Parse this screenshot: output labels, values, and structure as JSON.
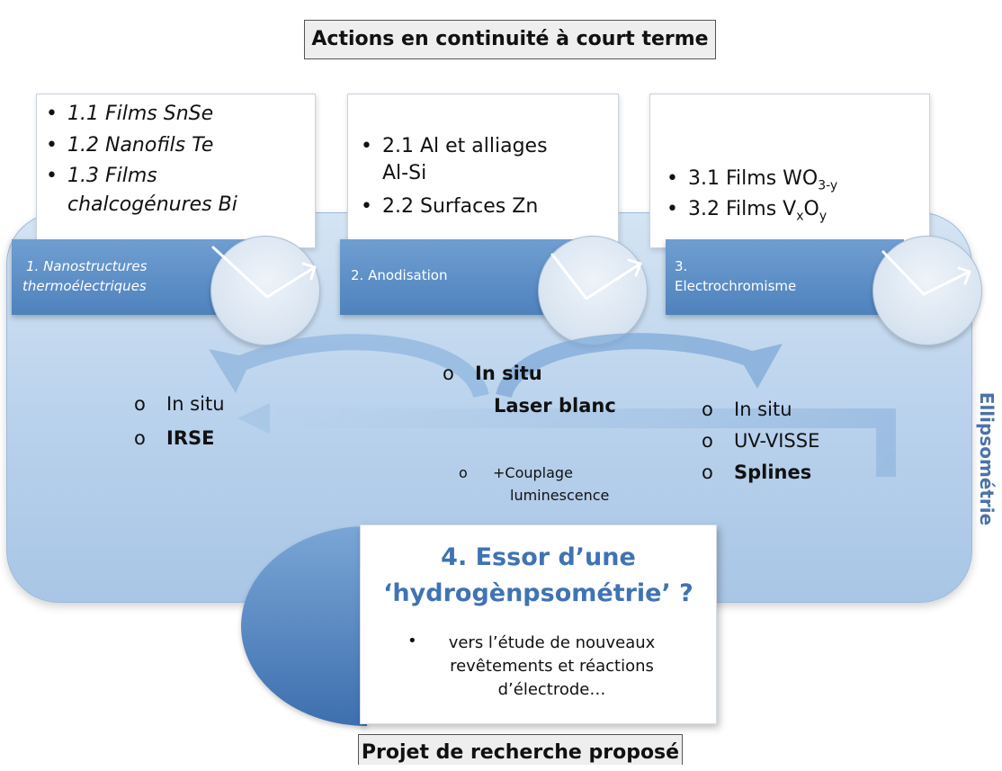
{
  "top_title": "Actions en continuité à court terme",
  "bottom_title": "Projet de recherche proposé",
  "side_label": "Ellipsométrie",
  "card1": {
    "items": [
      "1.1 Films SnSe",
      "1.2 Nanofils Te",
      "1.3 Films",
      "chalcogénures  Bi"
    ],
    "label_line1": "1. Nanostructures",
    "label_line2": "thermoélectriques"
  },
  "card2": {
    "items": [
      "2.1 Al et alliages",
      "Al-Si",
      "2.2 Surfaces Zn"
    ],
    "label": "2. Anodisation"
  },
  "card3": {
    "item1_text": "3.1 Films WO",
    "item1_sub": "3-y",
    "item2_text1": "3.2 Films V",
    "item2_sub1": "x",
    "item2_text2": "O",
    "item2_sub2": "y",
    "label_line1": "3.",
    "label_line2": "Electrochromisme"
  },
  "ellipsometry": {
    "left": [
      "In situ",
      "IRSE"
    ],
    "center": [
      "In situ",
      "Laser blanc"
    ],
    "center_bottom": [
      "+Couplage",
      "luminescence"
    ],
    "right": [
      "In situ",
      "UV-VISSE",
      "Splines"
    ],
    "bullet": "o"
  },
  "essor": {
    "title_line1": "4. Essor d’une",
    "title_line2": "‘hydrogènpsométrie’ ?",
    "bullet": "•",
    "text_line1": "vers l’étude de nouveaux",
    "text_line2": "revêtements et réactions",
    "text_line3": "d’électrode…"
  },
  "colors": {
    "accent": "#4f82bd",
    "essor_title": "#3f73b3",
    "side_label": "#4a73a8"
  }
}
